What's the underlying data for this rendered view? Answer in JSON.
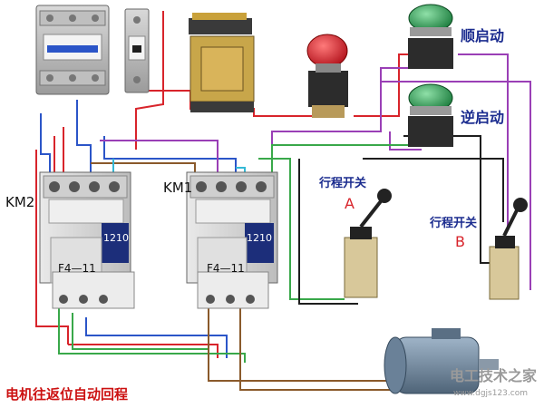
{
  "labels": {
    "km2": "KM2",
    "km1": "KM1",
    "forward_start": "顺启动",
    "reverse_start": "逆启动",
    "limit_switch_a": "行程开关",
    "limit_a_letter": "A",
    "limit_switch_b": "行程开关",
    "limit_b_letter": "B",
    "km2_model": "1210",
    "km1_model": "1210",
    "km2_aux": "F4—11",
    "km1_aux": "F4—11",
    "caption": "电机往返位自动回程",
    "watermark_title": "电工技术之家",
    "watermark_url": "www.dgjs123.com"
  },
  "colors": {
    "wire_red": "#d8242b",
    "wire_blue": "#2b55c8",
    "wire_purple": "#9a3fb6",
    "wire_green": "#39a84a",
    "wire_brown": "#8a5a2b",
    "wire_black": "#1e1e1e",
    "wire_cyan": "#34b9d6",
    "caption_red": "#cc1111",
    "label_blue": "#1b2c8f"
  }
}
